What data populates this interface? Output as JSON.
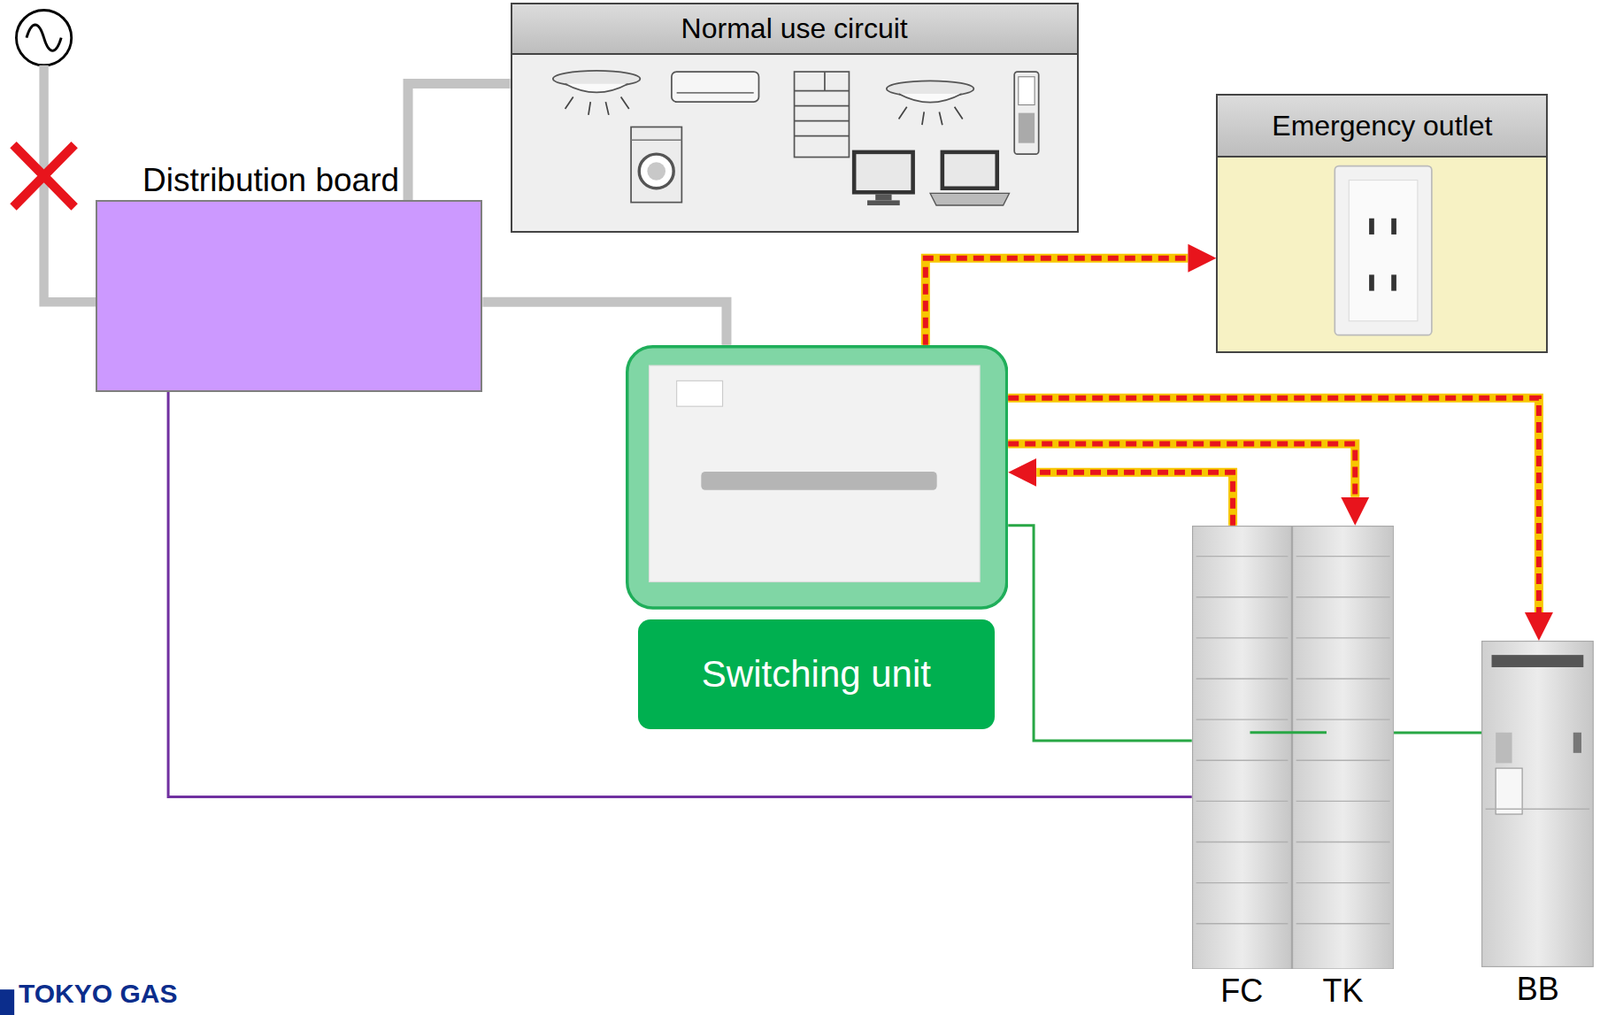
{
  "diagram": {
    "nodes": [
      {
        "text": [
          "Normal use circuit"
        ]
      },
      {
        "text": [
          "Emergency outlet"
        ]
      },
      {
        "text": [
          "Distribution board"
        ]
      },
      {
        "text": [
          "Switching unit"
        ]
      },
      {
        "text": [
          "FC"
        ]
      },
      {
        "text": [
          "TK"
        ]
      },
      {
        "text": [
          "BB"
        ]
      }
    ],
    "edges": [
      {
        "from": 2,
        "to": 0,
        "arrow": "none"
      },
      {
        "from": 2,
        "to": 3,
        "arrow": "none"
      },
      {
        "from": 3,
        "to": 1,
        "arrow": "to"
      },
      {
        "from": 3,
        "to": 6,
        "arrow": "to"
      },
      {
        "from": 3,
        "to": 5,
        "arrow": "to"
      },
      {
        "from": 4,
        "to": 3,
        "arrow": "to"
      },
      {
        "from": 2,
        "to": 4,
        "arrow": "none"
      },
      {
        "from": 3,
        "to": 4,
        "arrow": "none"
      },
      {
        "from": 5,
        "to": 6,
        "arrow": "none"
      }
    ],
    "labels": [
      "TOKYO GAS"
    ]
  }
}
